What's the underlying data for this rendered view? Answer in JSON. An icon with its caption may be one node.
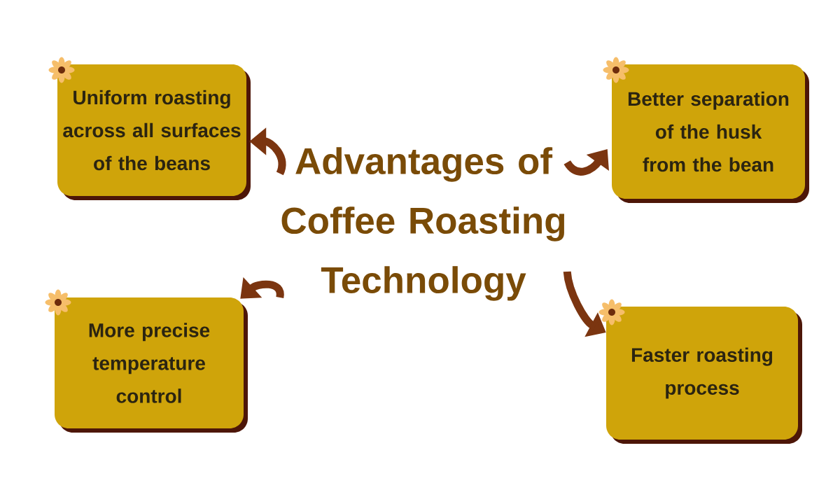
{
  "diagram": {
    "nodes": [
      {
        "text": [
          "Uniform roasting across all surfaces of the beans"
        ]
      },
      {
        "text": [
          "Better separation of the husk from the bean"
        ]
      },
      {
        "text": [
          "Advantages of Coffee Roasting Technology"
        ]
      },
      {
        "text": [
          "More precise temperature control"
        ]
      },
      {
        "text": [
          "Faster roasting process"
        ]
      }
    ],
    "edges": [
      {
        "from": 2,
        "to": 0,
        "arrow": "to"
      },
      {
        "from": 2,
        "to": 1,
        "arrow": "to"
      },
      {
        "from": 2,
        "to": 3,
        "arrow": "to"
      },
      {
        "from": 2,
        "to": 4,
        "arrow": "to"
      }
    ]
  }
}
